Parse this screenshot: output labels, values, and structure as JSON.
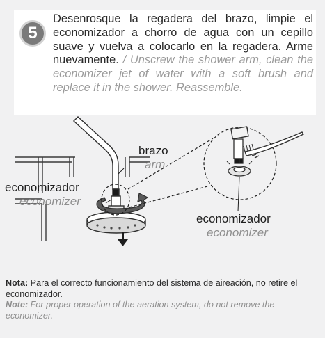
{
  "step": {
    "number": "5",
    "text_es": "Desenrosque la regadera del brazo, limpie el economizador a chorro de agua con un cepillo suave y vuelva a colocarlo en la regadera. Arme nuevamente.",
    "text_en": " / Unscrew the shower arm, clean the economizer jet of water with a soft brush and replace it in the shower. Reassemble."
  },
  "labels": {
    "arm_es": "brazo",
    "arm_en": "arm",
    "economizer_left_es": "economizador",
    "economizer_left_en": "economizer",
    "economizer_right_es": "economizador",
    "economizer_right_en": "economizer"
  },
  "note": {
    "label_es": "Nota:",
    "text_es": " Para el correcto funcionamiento del sistema de aireación, no retire el economizador.",
    "label_en": "Note:",
    "text_en": " For proper operation of the aeration system, do not remove the economizer."
  },
  "colors": {
    "background": "#f1f1f2",
    "badge": "#7a7a7a",
    "english_text": "#8f8f8f"
  }
}
